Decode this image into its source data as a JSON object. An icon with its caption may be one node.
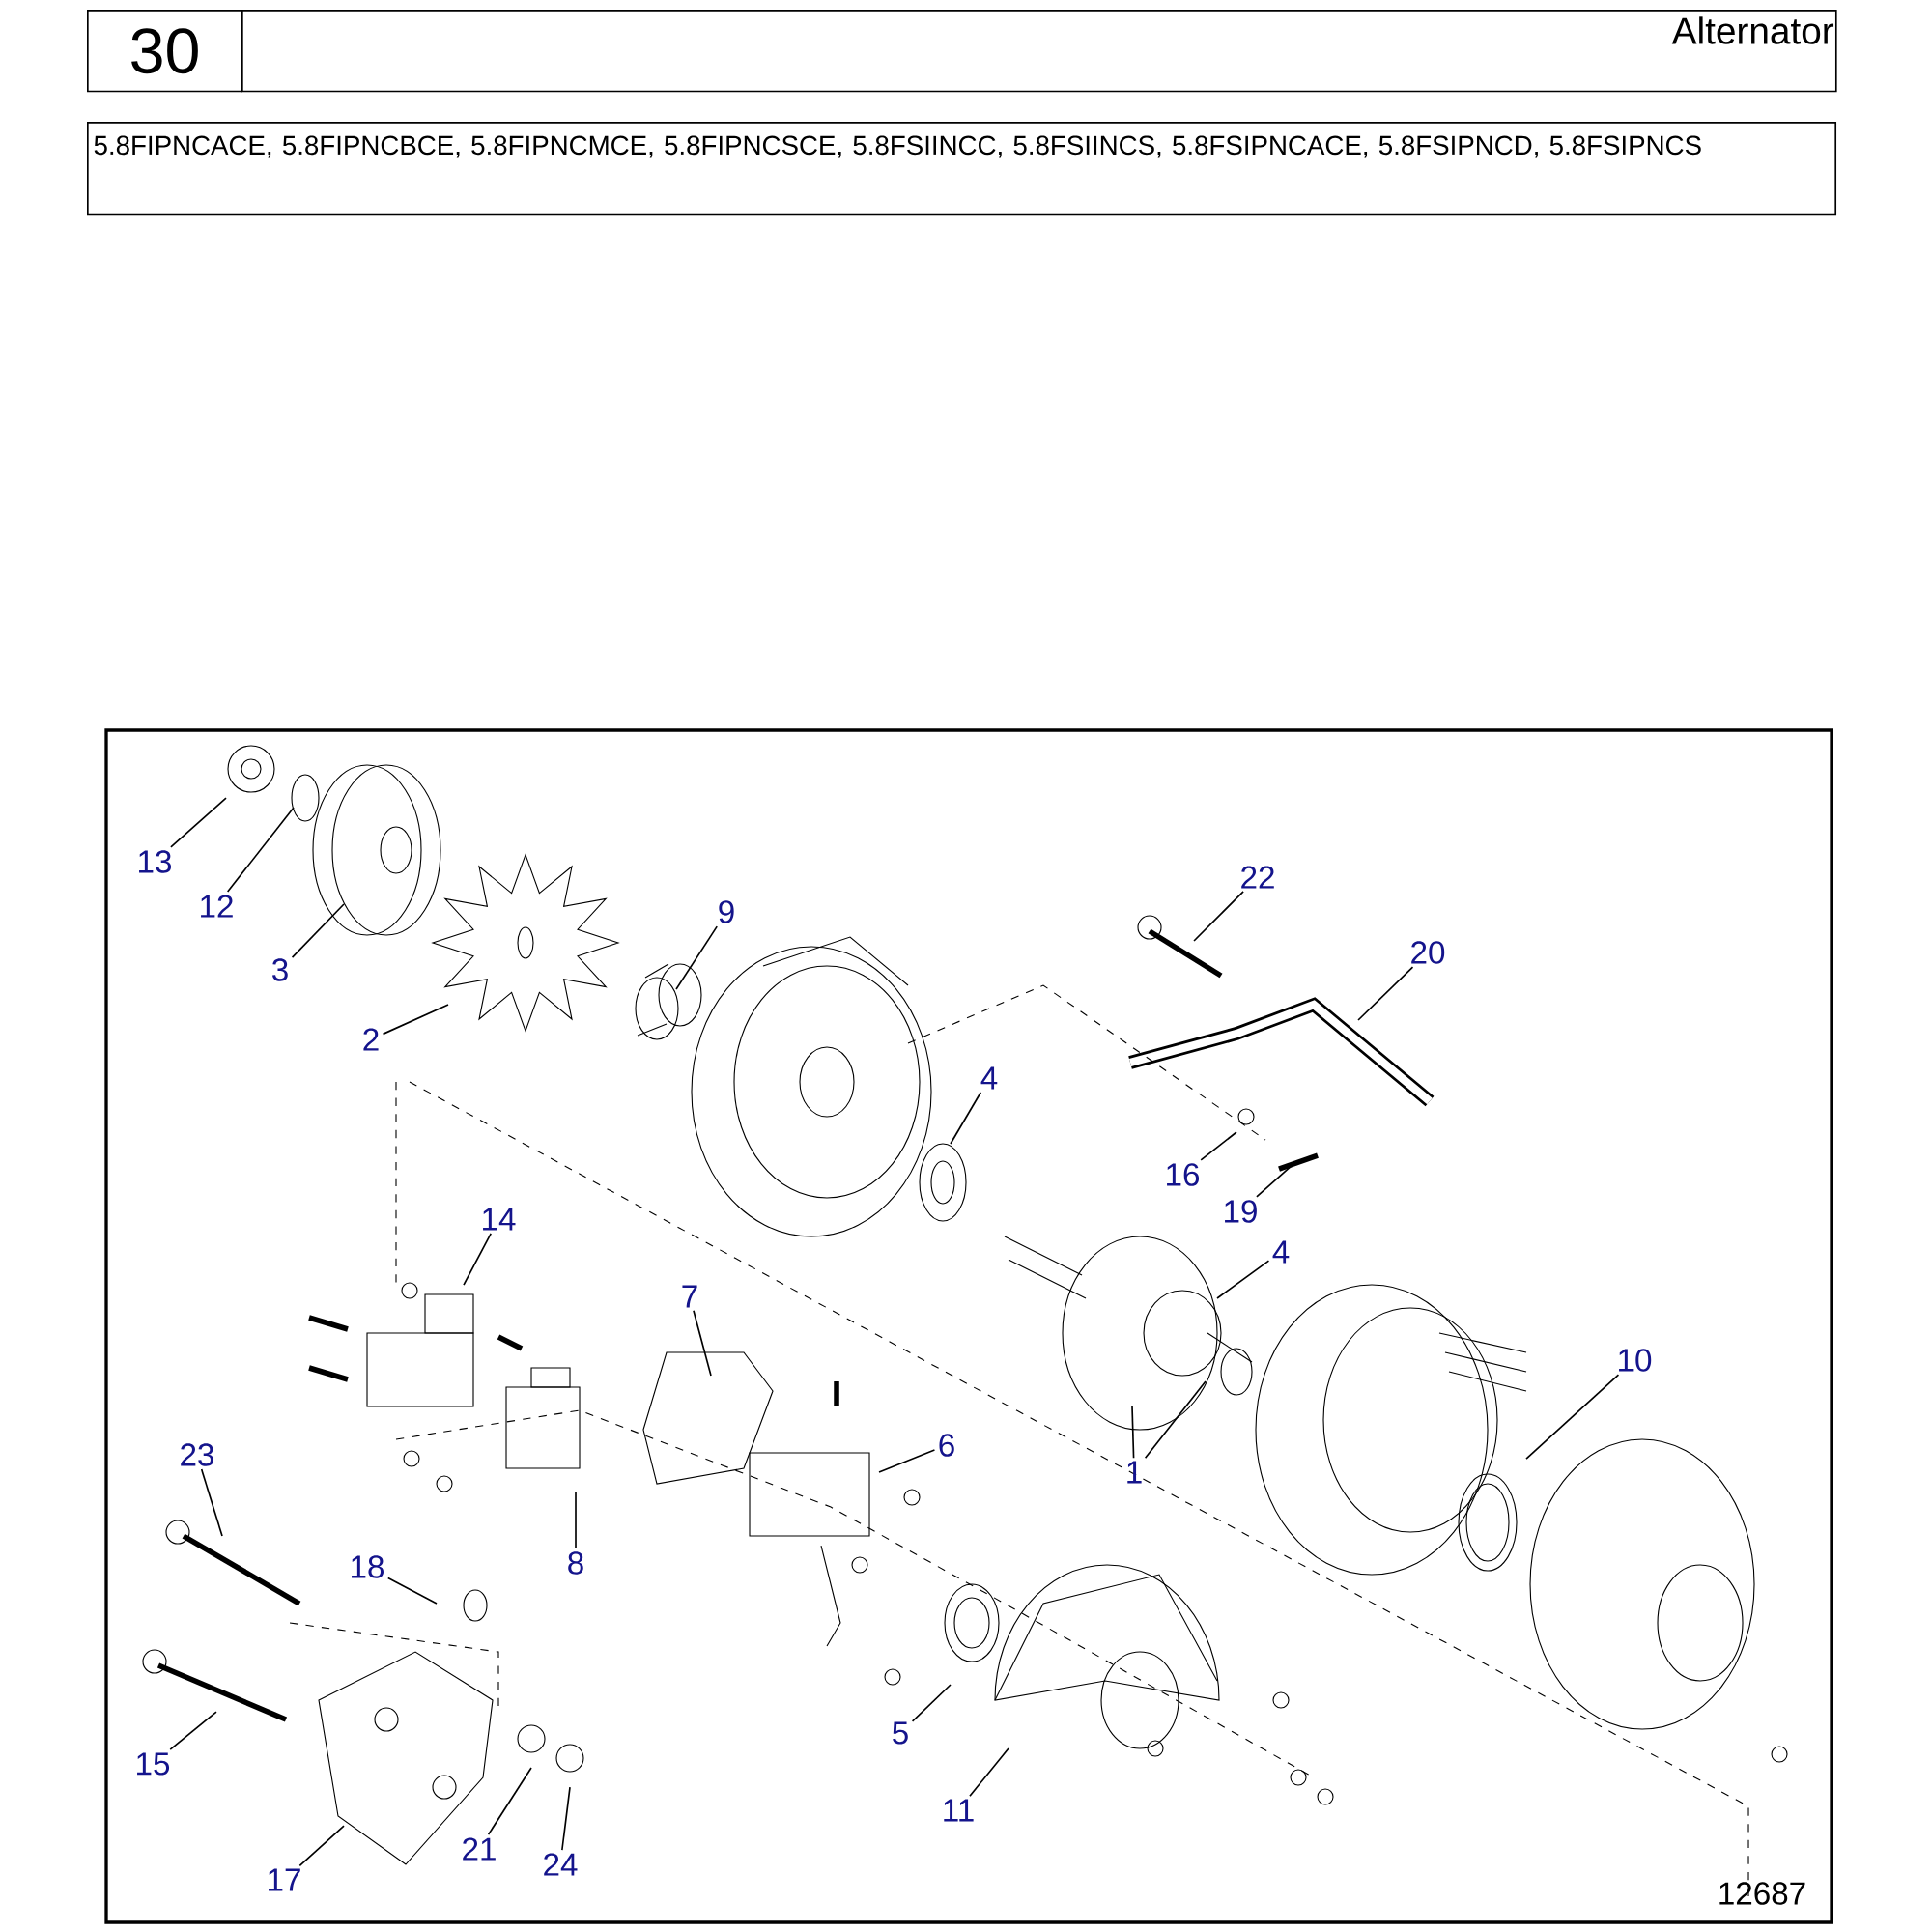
{
  "diagram": {
    "nodes": [
      {
        "text": [
          "30"
        ]
      },
      {
        "text": [
          "Alternator"
        ]
      },
      {
        "text": [
          "5.8FIPNCACE, 5.8FIPNCBCE, 5.8FIPNCMCE, 5.8FIPNCSCE, 5.8FSIINCC, 5.8FSIINCS, 5.8FSIPNCACE, 5.8FSIPNCD, 5.8FSIPNCS"
        ]
      },
      {
        "text": [
          "13"
        ]
      },
      {
        "text": [
          "22"
        ]
      },
      {
        "text": [
          "12"
        ]
      },
      {
        "text": [
          "9"
        ]
      },
      {
        "text": [
          "20"
        ]
      },
      {
        "text": [
          "3"
        ]
      },
      {
        "text": [
          "2"
        ]
      },
      {
        "text": [
          "4"
        ]
      },
      {
        "text": [
          "16"
        ]
      },
      {
        "text": [
          "19"
        ]
      },
      {
        "text": [
          "14"
        ]
      },
      {
        "text": [
          "4"
        ]
      },
      {
        "text": [
          "7"
        ]
      },
      {
        "text": [
          "10"
        ]
      },
      {
        "text": [
          "6"
        ]
      },
      {
        "text": [
          "23"
        ]
      },
      {
        "text": [
          "1"
        ]
      },
      {
        "text": [
          "8"
        ]
      },
      {
        "text": [
          "18"
        ]
      },
      {
        "text": [
          "5"
        ]
      },
      {
        "text": [
          "15"
        ]
      },
      {
        "text": [
          "11"
        ]
      },
      {
        "text": [
          "21"
        ]
      },
      {
        "text": [
          "24"
        ]
      },
      {
        "text": [
          "17"
        ]
      }
    ],
    "edges": [
      {
        "from": 3,
        "to": null,
        "arrow": "none"
      },
      {
        "from": 4,
        "to": null,
        "arrow": "none"
      },
      {
        "from": 5,
        "to": null,
        "arrow": "none"
      },
      {
        "from": 6,
        "to": null,
        "arrow": "none"
      },
      {
        "from": 7,
        "to": null,
        "arrow": "none"
      },
      {
        "from": 8,
        "to": null,
        "arrow": "none"
      },
      {
        "from": 9,
        "to": null,
        "arrow": "none"
      },
      {
        "from": 10,
        "to": null,
        "arrow": "none"
      },
      {
        "from": 11,
        "to": null,
        "arrow": "none"
      },
      {
        "from": 12,
        "to": null,
        "arrow": "none"
      },
      {
        "from": 13,
        "to": null,
        "arrow": "none"
      },
      {
        "from": 14,
        "to": null,
        "arrow": "none"
      },
      {
        "from": 15,
        "to": null,
        "arrow": "none"
      },
      {
        "from": 16,
        "to": null,
        "arrow": "none"
      },
      {
        "from": 17,
        "to": null,
        "arrow": "none"
      },
      {
        "from": 18,
        "to": null,
        "arrow": "none"
      },
      {
        "from": 19,
        "to": null,
        "arrow": "none"
      },
      {
        "from": 19,
        "to": null,
        "arrow": "none"
      },
      {
        "from": 20,
        "to": null,
        "arrow": "none"
      },
      {
        "from": 21,
        "to": null,
        "arrow": "none"
      },
      {
        "from": 22,
        "to": null,
        "arrow": "none"
      },
      {
        "from": 23,
        "to": null,
        "arrow": "none"
      },
      {
        "from": 24,
        "to": null,
        "arrow": "none"
      },
      {
        "from": 25,
        "to": null,
        "arrow": "none"
      },
      {
        "from": 26,
        "to": null,
        "arrow": "none"
      },
      {
        "from": 27,
        "to": null,
        "arrow": "none"
      }
    ],
    "labels": [
      "12687"
    ]
  }
}
